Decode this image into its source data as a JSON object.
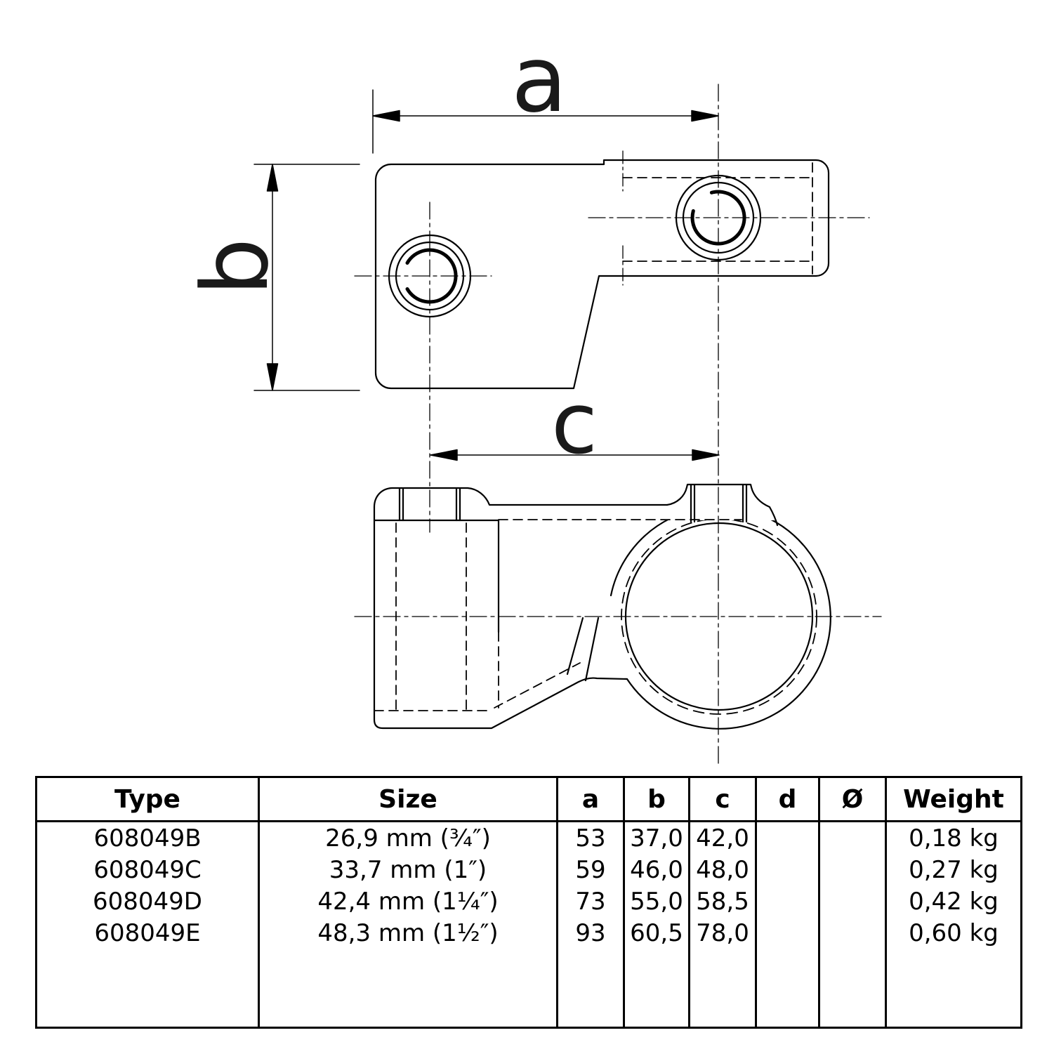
{
  "drawing": {
    "dim_labels": {
      "a": "a",
      "b": "b",
      "c": "c"
    }
  },
  "table": {
    "headers": {
      "type": "Type",
      "size": "Size",
      "a": "a",
      "b": "b",
      "c": "c",
      "d": "d",
      "dia": "Ø",
      "weight": "Weight"
    },
    "rows": [
      {
        "type": "608049B",
        "size": "26,9 mm (¾″)",
        "a": "53",
        "b": "37,0",
        "c": "42,0",
        "d": "",
        "dia": "",
        "weight": "0,18 kg"
      },
      {
        "type": "608049C",
        "size": "33,7 mm (1″)",
        "a": "59",
        "b": "46,0",
        "c": "48,0",
        "d": "",
        "dia": "",
        "weight": "0,27 kg"
      },
      {
        "type": "608049D",
        "size": "42,4 mm (1¼″)",
        "a": "73",
        "b": "55,0",
        "c": "58,5",
        "d": "",
        "dia": "",
        "weight": "0,42 kg"
      },
      {
        "type": "608049E",
        "size": "48,3 mm (1½″)",
        "a": "93",
        "b": "60,5",
        "c": "78,0",
        "d": "",
        "dia": "",
        "weight": "0,60 kg"
      }
    ]
  },
  "colors": {
    "line": "#000000",
    "background": "#ffffff"
  }
}
